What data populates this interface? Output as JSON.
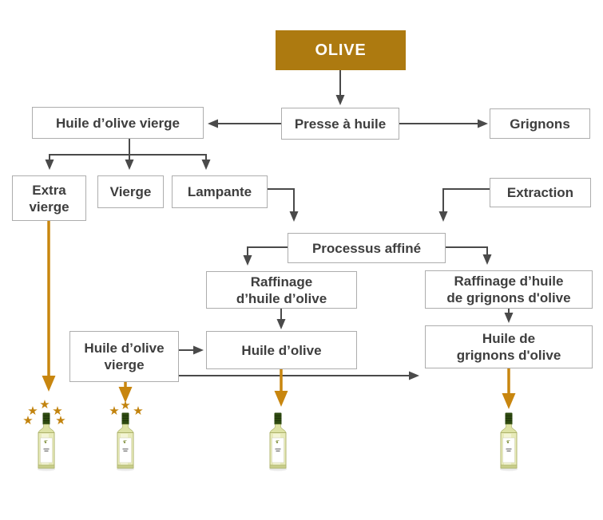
{
  "diagram": {
    "nodes": {
      "olive": {
        "label": "OLIVE"
      },
      "presse_a_huile": {
        "label": "Presse à huile"
      },
      "huile_olive_vierge": {
        "label": "Huile d’olive vierge"
      },
      "grignons": {
        "label": "Grignons"
      },
      "extra_vierge": {
        "lines": [
          "Extra",
          "vierge"
        ]
      },
      "vierge": {
        "label": "Vierge"
      },
      "lampante": {
        "label": "Lampante"
      },
      "extraction": {
        "label": "Extraction"
      },
      "processus_affine": {
        "label": "Processus affiné"
      },
      "raffinage_huile_olive": {
        "lines": [
          "Raffinage",
          "d’huile d’olive"
        ]
      },
      "raffinage_grignons": {
        "lines": [
          "Raffinage d’huile",
          "de grignons d'olive"
        ]
      },
      "huile_olive_vierge_2": {
        "lines": [
          "Huile d’olive",
          "vierge"
        ]
      },
      "huile_olive": {
        "label": "Huile d’olive"
      },
      "huile_grignons": {
        "lines": [
          "Huile de",
          "grignons d'olive"
        ]
      }
    },
    "bottles": [
      {
        "name": "extra-vierge",
        "stars": 5
      },
      {
        "name": "huile-olive-vierge",
        "stars": 3
      },
      {
        "name": "huile-olive",
        "stars": 0
      },
      {
        "name": "huile-grignons",
        "stars": 0
      }
    ],
    "colors": {
      "olive_box_bg": "#ad7a10",
      "olive_box_text": "#ffffff",
      "connector_dark": "#4a4a4a",
      "connector_gold": "#c8860f",
      "box_border": "#adadad",
      "box_text": "#3e3e3e",
      "star_gold": "#c2830d",
      "bottle_glass": "#e8ebba",
      "bottle_cap": "#2e4a10"
    }
  }
}
